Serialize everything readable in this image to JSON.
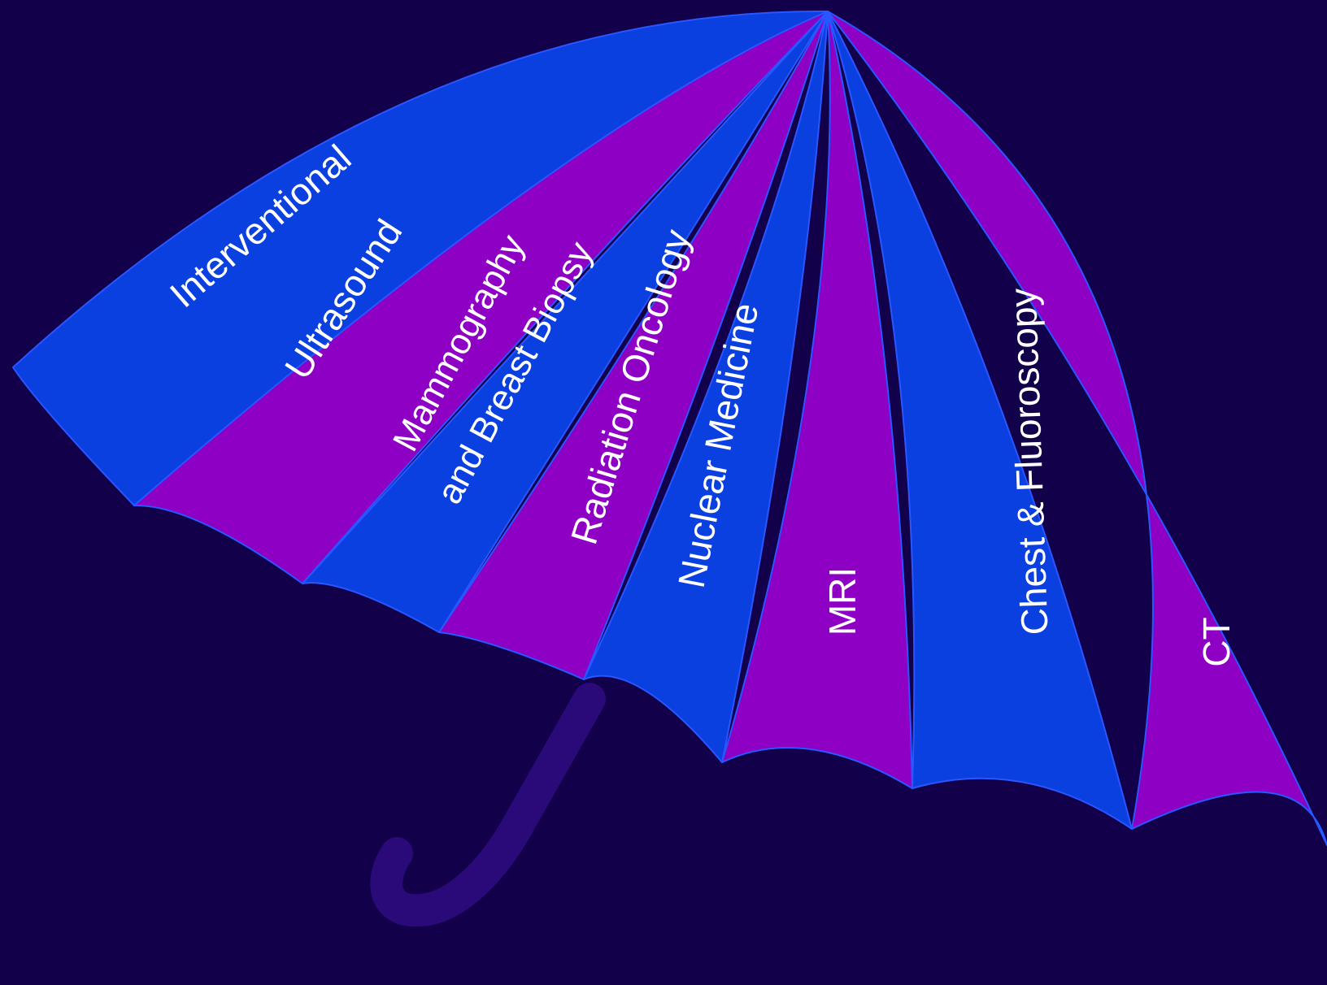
{
  "colors": {
    "background": "#12004a",
    "panel_blue": "#0a3fe0",
    "panel_purple": "#8d00c4",
    "edge": "#2a56ff",
    "handle": "#2a0a78",
    "text": "#ffffff"
  },
  "panels": [
    {
      "id": "interventional",
      "color": "panel_blue",
      "lines": [
        "Interventional"
      ]
    },
    {
      "id": "ultrasound",
      "color": "panel_purple",
      "lines": [
        "Ultrasound"
      ]
    },
    {
      "id": "mammography",
      "color": "panel_blue",
      "lines": [
        "Mammography",
        "and Breast Biopsy"
      ]
    },
    {
      "id": "radiation-oncology",
      "color": "panel_purple",
      "lines": [
        "Radiation Oncology"
      ]
    },
    {
      "id": "nuclear-medicine",
      "color": "panel_blue",
      "lines": [
        "Nuclear Medicine"
      ]
    },
    {
      "id": "mri",
      "color": "panel_purple",
      "lines": [
        "MRI"
      ]
    },
    {
      "id": "chest-fluoroscopy",
      "color": "panel_blue",
      "lines": [
        "Chest & Fluoroscopy"
      ]
    },
    {
      "id": "ct",
      "color": "panel_purple",
      "lines": [
        "CT"
      ]
    }
  ]
}
